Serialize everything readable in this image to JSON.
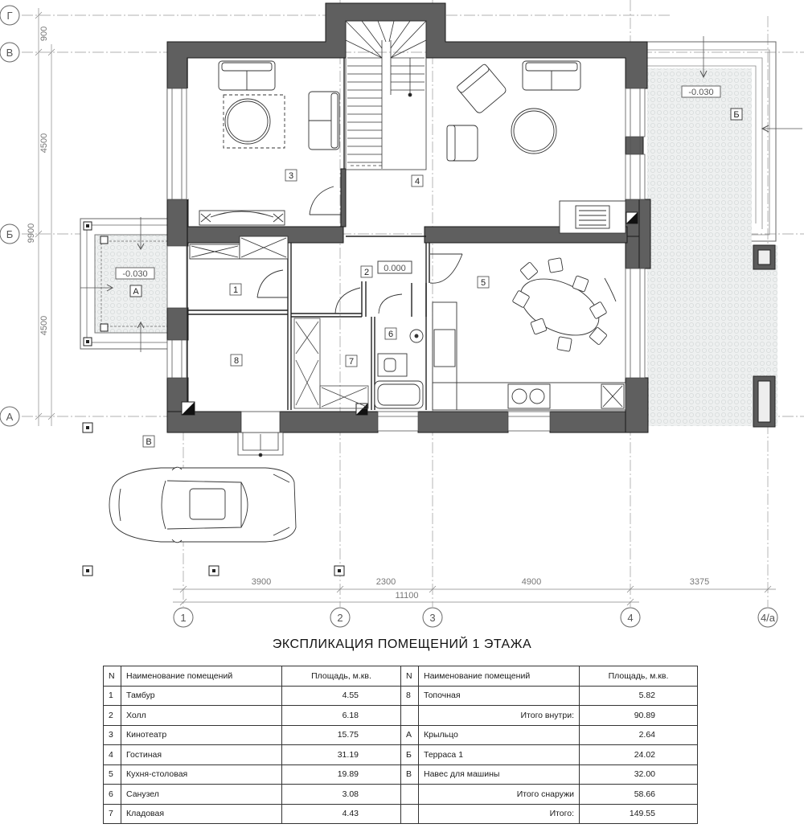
{
  "axes": {
    "rows": [
      "Г",
      "В",
      "Б",
      "А"
    ],
    "cols": [
      "1",
      "2",
      "3",
      "4",
      "4/a"
    ]
  },
  "dimensions": {
    "vertical": [
      "900",
      "4500",
      "9900",
      "4500"
    ],
    "horizontal_spans": [
      "3900",
      "2300",
      "4900",
      "3375"
    ],
    "horizontal_total": "11100"
  },
  "room_tags": {
    "r1": "1",
    "r2": "2",
    "r3": "3",
    "r4": "4",
    "r5": "5",
    "r6": "6",
    "r7": "7",
    "r8": "8",
    "ra": "А",
    "rb": "Б",
    "rv": "В"
  },
  "levels": {
    "hall": "0.000",
    "porch": "-0.030",
    "terrace": "-0.030"
  },
  "explication": {
    "title": "ЭКСПЛИКАЦИЯ ПОМЕЩЕНИЙ 1 ЭТАЖА",
    "headers": {
      "n": "N",
      "name": "Наименование помещений",
      "area": "Площадь, м.кв."
    },
    "left_rows": [
      {
        "n": "1",
        "name": "Тамбур",
        "area": "4.55"
      },
      {
        "n": "2",
        "name": "Холл",
        "area": "6.18"
      },
      {
        "n": "3",
        "name": "Кинотеатр",
        "area": "15.75"
      },
      {
        "n": "4",
        "name": "Гостиная",
        "area": "31.19"
      },
      {
        "n": "5",
        "name": "Кухня-столовая",
        "area": "19.89"
      },
      {
        "n": "6",
        "name": "Санузел",
        "area": "3.08"
      },
      {
        "n": "7",
        "name": "Кладовая",
        "area": "4.43"
      }
    ],
    "right_rows": [
      {
        "n": "8",
        "name": "Топочная",
        "area": "5.82"
      },
      {
        "n": "",
        "name": "Итого внутри:",
        "area": "90.89"
      },
      {
        "n": "А",
        "name": "Крыльцо",
        "area": "2.64"
      },
      {
        "n": "Б",
        "name": "Терраса 1",
        "area": "24.02"
      },
      {
        "n": "В",
        "name": "Навес для машины",
        "area": "32.00"
      },
      {
        "n": "",
        "name": "Итого снаружи",
        "area": "58.66"
      },
      {
        "n": "",
        "name": "Итого:",
        "area": "149.55"
      }
    ]
  }
}
